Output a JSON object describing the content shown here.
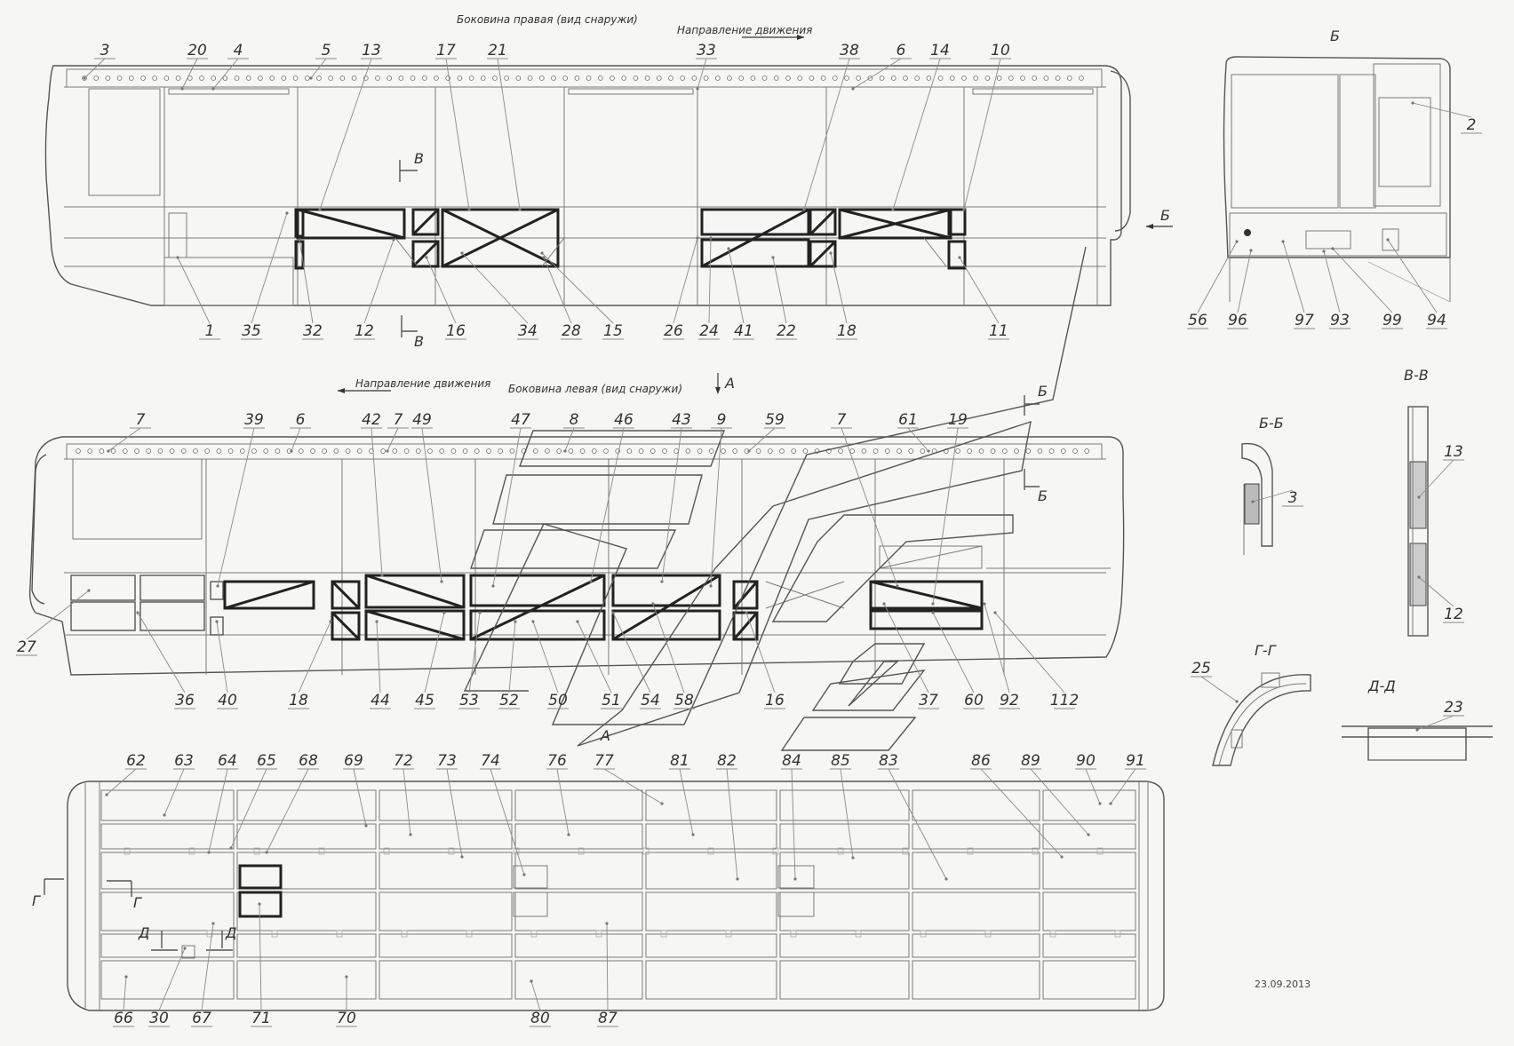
{
  "captions": {
    "right_side": "Боковина правая (вид снаружи)",
    "left_side": "Боковина левая (вид снаружи)",
    "direction_top": "Направление движения",
    "direction_mid": "Направление движения"
  },
  "view_labels": {
    "b_view": "Б",
    "bb": "Б-Б",
    "vv": "В-В",
    "gg": "Г-Г",
    "dd": "Д-Д",
    "a_top": "А",
    "a_bottom": "А",
    "b_arrow": "Б",
    "b_cut1": "Б",
    "b_cut2": "Б",
    "v_cut1": "В",
    "v_cut2": "В",
    "g_cut1": "Г",
    "g_cut2": "Г",
    "d_cut1": "Д",
    "d_cut2": "Д"
  },
  "date": "23.09.2013",
  "callouts": {
    "right_top": [
      "3",
      "20",
      "4",
      "5",
      "13",
      "17",
      "21",
      "33",
      "38",
      "6",
      "14",
      "10"
    ],
    "right_bottom": [
      "1",
      "35",
      "32",
      "12",
      "16",
      "34",
      "28",
      "15",
      "26",
      "24",
      "41",
      "22",
      "18",
      "11"
    ],
    "left_top": [
      "7",
      "39",
      "6",
      "42",
      "7",
      "49",
      "47",
      "8",
      "46",
      "43",
      "9",
      "59",
      "7",
      "61",
      "19"
    ],
    "left_bottom": [
      "27",
      "36",
      "40",
      "18",
      "44",
      "45",
      "53",
      "52",
      "50",
      "51",
      "54",
      "58",
      "16",
      "37",
      "60",
      "92",
      "112"
    ],
    "roof_top": [
      "62",
      "63",
      "64",
      "65",
      "68",
      "69",
      "72",
      "73",
      "74",
      "76",
      "77",
      "81",
      "82",
      "84",
      "85",
      "83",
      "86",
      "89",
      "90",
      "91"
    ],
    "roof_bottom": [
      "66",
      "30",
      "67",
      "71",
      "70",
      "80",
      "87"
    ],
    "front_view": [
      "2",
      "56",
      "96",
      "97",
      "93",
      "99",
      "94"
    ],
    "section_bb": [
      "3"
    ],
    "section_vv": [
      "13",
      "12"
    ],
    "section_gg": [
      "25"
    ],
    "section_dd": [
      "23"
    ]
  }
}
